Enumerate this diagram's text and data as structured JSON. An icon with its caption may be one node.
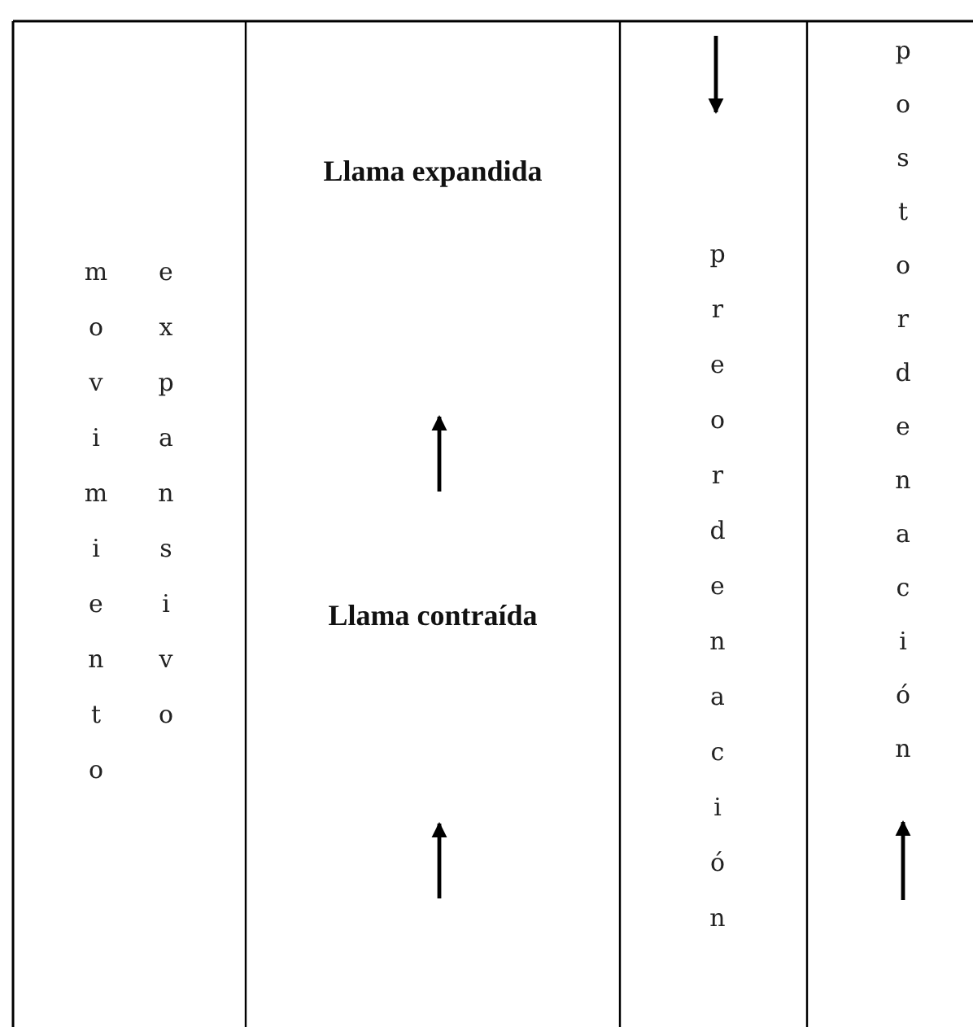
{
  "diagram": {
    "labels": [
      "Llama expandida",
      "movimiento",
      "expansivo",
      "preordenación",
      "postordenación",
      "Llama contraída"
    ]
  }
}
